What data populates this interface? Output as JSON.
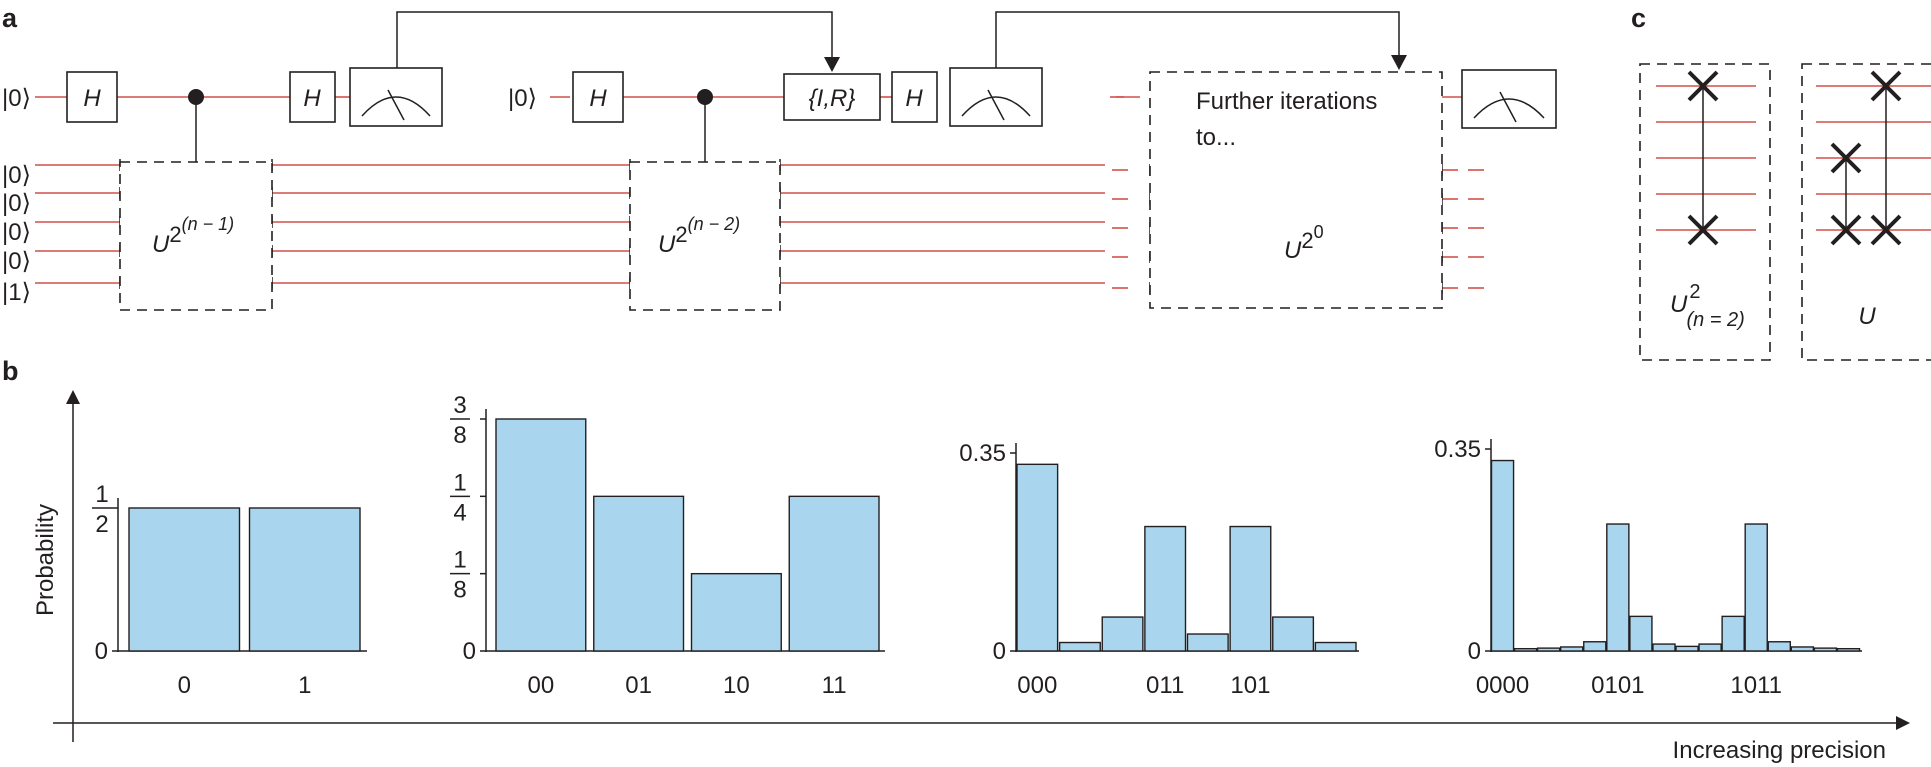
{
  "panels": {
    "a": "a",
    "b": "b",
    "c": "c"
  },
  "circuit": {
    "ket0": "|0⟩",
    "ket1": "|1⟩",
    "register_kets": [
      "|0⟩",
      "|0⟩",
      "|0⟩",
      "|0⟩",
      "|1⟩"
    ],
    "hadamard": "H",
    "unitary_base": "U",
    "unitary_1_exp": "2",
    "unitary_1_sup": "(n − 1)",
    "unitary_2_exp": "2",
    "unitary_2_sup": "(n − 2)",
    "unitary_3_exp": "2",
    "unitary_3_sup": "0",
    "feedforward_gate": "{I,R}",
    "further_line1": "Further iterations",
    "further_line2": "to..."
  },
  "panel_c": {
    "left_label_base": "U",
    "left_label_sup": "2",
    "left_label_sub": "(n = 2)",
    "right_label": "U"
  },
  "chart_data": [
    {
      "type": "bar",
      "categories": [
        "0",
        "1"
      ],
      "values": [
        0.5,
        0.5
      ],
      "ylim": [
        0,
        0.5
      ],
      "yticks": [
        "0",
        "1/2"
      ],
      "ylabel": "Probability"
    },
    {
      "type": "bar",
      "categories": [
        "00",
        "01",
        "10",
        "11"
      ],
      "values": [
        0.375,
        0.25,
        0.125,
        0.25
      ],
      "ylim": [
        0,
        0.375
      ],
      "yticks": [
        "0",
        "1/8",
        "1/4",
        "3/8"
      ]
    },
    {
      "type": "bar",
      "categories": [
        "000",
        "001",
        "010",
        "011",
        "100",
        "101",
        "110",
        "111"
      ],
      "category_labels_shown": [
        "000",
        "011",
        "101"
      ],
      "values": [
        0.33,
        0.015,
        0.06,
        0.22,
        0.03,
        0.22,
        0.06,
        0.015
      ],
      "ylim": [
        0,
        0.35
      ],
      "yticks": [
        "0",
        "0.35"
      ]
    },
    {
      "type": "bar",
      "categories": [
        "0000",
        "0001",
        "0010",
        "0011",
        "0100",
        "0101",
        "0110",
        "0111",
        "1000",
        "1001",
        "1010",
        "1011",
        "1100",
        "1101",
        "1110",
        "1111"
      ],
      "category_labels_shown": [
        "0000",
        "0101",
        "1011"
      ],
      "values": [
        0.33,
        0.004,
        0.005,
        0.007,
        0.016,
        0.22,
        0.06,
        0.012,
        0.008,
        0.012,
        0.06,
        0.22,
        0.016,
        0.007,
        0.005,
        0.004
      ],
      "ylim": [
        0,
        0.35
      ],
      "yticks": [
        "0",
        "0.35"
      ]
    }
  ],
  "axis": {
    "ylabel": "Probability",
    "xlabel": "Increasing precision"
  }
}
